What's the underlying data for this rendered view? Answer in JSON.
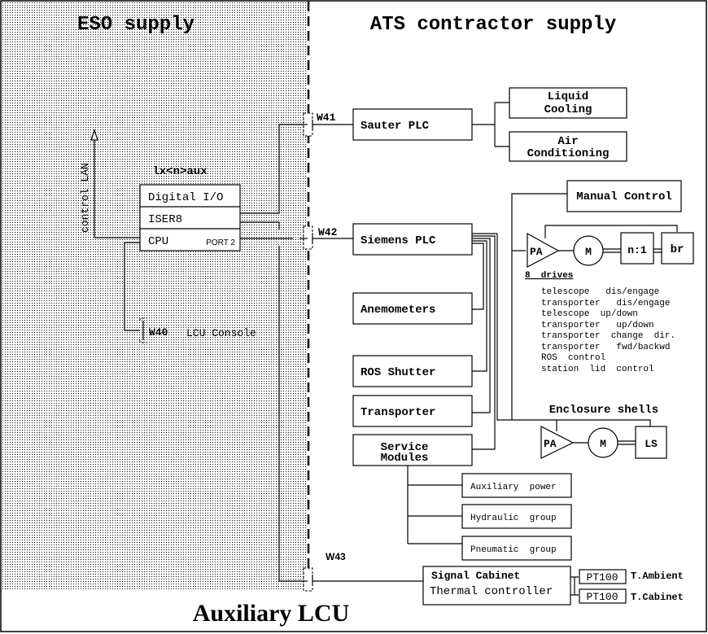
{
  "title": "Auxiliary LCU",
  "regions": {
    "eso": "ESO supply",
    "ats": "ATS contractor supply"
  },
  "colors": {
    "ink": "#000000",
    "background": "#ffffff",
    "eso_pattern_dot": "#000000"
  },
  "lcu": {
    "host_label": "lx<n>aux",
    "rows": [
      "Digital I/O",
      "ISER8",
      "CPU"
    ],
    "port_label": "PORT 2",
    "lan_label": "control LAN",
    "console_connector": "W40",
    "console_label": "LCU Console"
  },
  "connectors": {
    "w41": "W41",
    "w42": "W42",
    "w43": "W43"
  },
  "sauter": {
    "label": "Sauter PLC",
    "outputs": [
      {
        "line1": "Liquid",
        "line2": "Cooling"
      },
      {
        "line1": "Air",
        "line2": "Conditioning"
      }
    ]
  },
  "siemens": {
    "label": "Siemens PLC",
    "devices": [
      "Anemometers",
      "ROS Shutter",
      "Transporter"
    ],
    "service_modules": {
      "line1": "Service",
      "line2": "Modules"
    },
    "service_items": [
      "Auxiliary  power",
      "Hydraulic  group",
      "Pneumatic  group"
    ]
  },
  "drives": {
    "manual_control": "Manual Control",
    "pa": "PA",
    "motor": "M",
    "gear": "n:1",
    "brake": "br",
    "heading": "8  drives",
    "list": [
      "telescope   dis/engage",
      "transporter   dis/engage",
      "telescope  up/down",
      "transporter   up/down",
      "transporter  change  dir.",
      "transporter   fwd/backwd",
      "ROS  control",
      "station  lid  control"
    ]
  },
  "enclosure": {
    "heading": "Enclosure shells",
    "pa": "PA",
    "motor": "M",
    "ls": "LS"
  },
  "signal_cabinet": {
    "title": "Signal Cabinet",
    "subtitle": "Thermal controller",
    "sensors": [
      {
        "sensor": "PT100",
        "label": "T.Ambient"
      },
      {
        "sensor": "PT100",
        "label": "T.Cabinet"
      }
    ]
  }
}
